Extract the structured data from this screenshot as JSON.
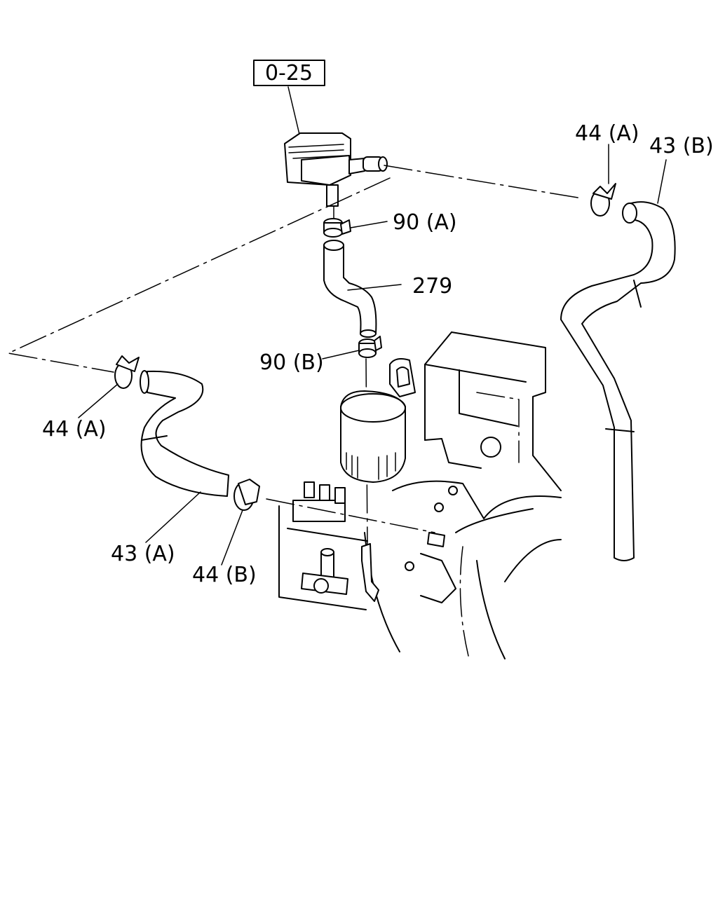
{
  "labels": {
    "ref": "0-25",
    "clip_44a_top": "44 (A)",
    "hose_43b": "43 (B)",
    "clip_90a": "90 (A)",
    "hose_279": "279",
    "clip_90b": "90 (B)",
    "clip_44a_left": "44 (A)",
    "hose_43a": "43 (A)",
    "clip_44b": "44 (B)"
  }
}
